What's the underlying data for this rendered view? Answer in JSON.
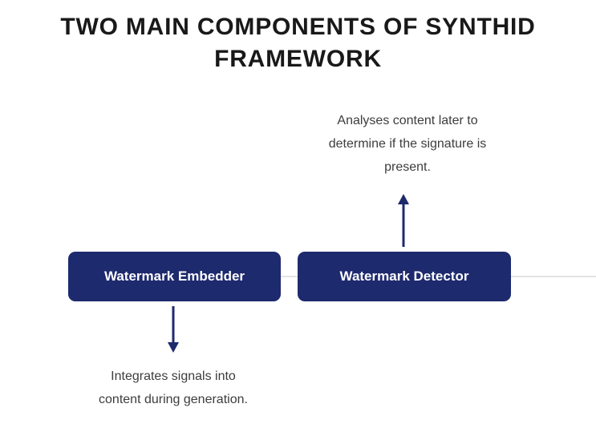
{
  "title": "TWO MAIN COMPONENTS OF SYNTHID\nFRAMEWORK",
  "colors": {
    "box": "#1e2a6e",
    "arrow": "#1e2a6e",
    "title": "#191919",
    "text": "#3d3d3d",
    "connector": "#e4e4e4",
    "bg": "#ffffff"
  },
  "boxes": [
    {
      "label": "Watermark Embedder"
    },
    {
      "label": "Watermark Detector"
    }
  ],
  "annotations": {
    "detector": "Analyses content later to\ndetermine if the signature is\npresent.",
    "embedder": "Integrates signals into\ncontent during generation."
  }
}
